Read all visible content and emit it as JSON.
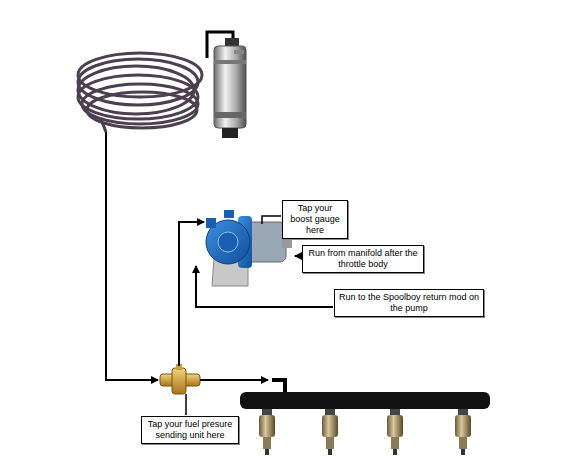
{
  "diagram": {
    "nodes": [
      {
        "text": [
          "Tap your boost gauge here"
        ]
      },
      {
        "text": [
          "Run from manifold after the throttle body"
        ]
      },
      {
        "text": [
          "Run to the Spoolboy return mod on the pump"
        ]
      },
      {
        "text": [
          "Tap your fuel presure sending unit here"
        ]
      }
    ]
  }
}
